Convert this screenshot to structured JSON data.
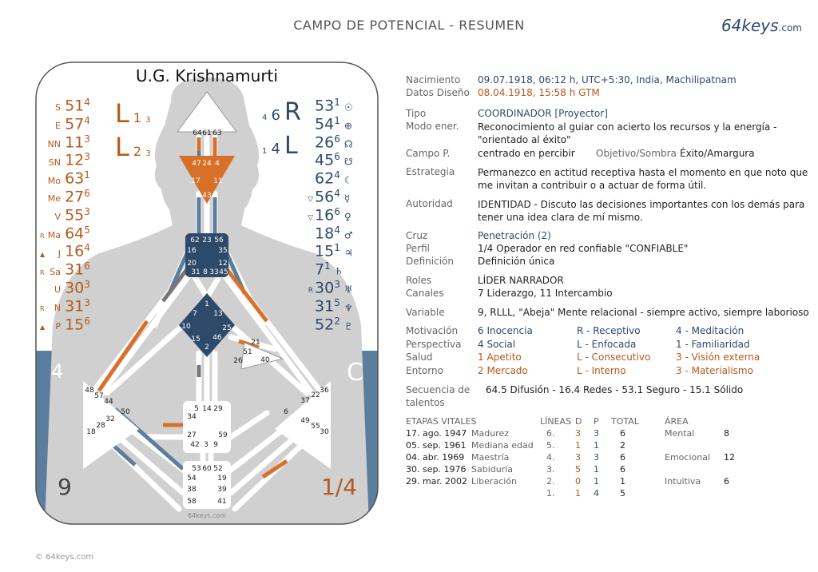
{
  "header": {
    "title": "CAMPO DE POTENCIAL - RESUMEN",
    "brand_main": "64keys",
    "brand_tld": ".com"
  },
  "footer": {
    "copyright": "© 64keys.com"
  },
  "chart": {
    "person_name": "U.G. Krishnamurti",
    "watermark": "64keys.com",
    "left_arrows": [
      {
        "letter": "L",
        "line": "1",
        "sub": "3"
      },
      {
        "letter": "L",
        "line": "2",
        "sub": "3"
      }
    ],
    "right_arrows": [
      {
        "pre": "4",
        "num": "6",
        "letter": "R"
      },
      {
        "pre": "1",
        "num": "4",
        "letter": "L"
      }
    ],
    "design_column": [
      {
        "planet": "S",
        "gate": "51",
        "line": "4",
        "mark": ""
      },
      {
        "planet": "E",
        "gate": "57",
        "line": "4",
        "mark": ""
      },
      {
        "planet": "NN",
        "gate": "11",
        "line": "3",
        "mark": ""
      },
      {
        "planet": "SN",
        "gate": "12",
        "line": "3",
        "mark": ""
      },
      {
        "planet": "Mo",
        "gate": "63",
        "line": "1",
        "mark": ""
      },
      {
        "planet": "Me",
        "gate": "27",
        "line": "6",
        "mark": ""
      },
      {
        "planet": "V",
        "gate": "55",
        "line": "3",
        "mark": ""
      },
      {
        "planet": "Ma",
        "gate": "64",
        "line": "5",
        "mark": "R"
      },
      {
        "planet": "J",
        "gate": "16",
        "line": "4",
        "mark": "▲"
      },
      {
        "planet": "Sa",
        "gate": "31",
        "line": "6",
        "mark": "R"
      },
      {
        "planet": "U",
        "gate": "30",
        "line": "3",
        "mark": ""
      },
      {
        "planet": "N",
        "gate": "31",
        "line": "3",
        "mark": "R"
      },
      {
        "planet": "P",
        "gate": "15",
        "line": "6",
        "mark": "▲"
      }
    ],
    "personality_column": [
      {
        "gate": "53",
        "line": "1",
        "symbol": "☉",
        "mark": ""
      },
      {
        "gate": "54",
        "line": "1",
        "symbol": "⊕",
        "mark": ""
      },
      {
        "gate": "26",
        "line": "6",
        "symbol": "☊",
        "mark": ""
      },
      {
        "gate": "45",
        "line": "6",
        "symbol": "☋",
        "mark": ""
      },
      {
        "gate": "62",
        "line": "4",
        "symbol": "☾",
        "mark": ""
      },
      {
        "gate": "56",
        "line": "4",
        "symbol": "☿",
        "mark": "▽"
      },
      {
        "gate": "16",
        "line": "6",
        "symbol": "♀",
        "mark": "▽"
      },
      {
        "gate": "18",
        "line": "4",
        "symbol": "♂",
        "mark": ""
      },
      {
        "gate": "15",
        "line": "1",
        "symbol": "♃",
        "mark": ""
      },
      {
        "gate": "7",
        "line": "1",
        "symbol": "♄",
        "mark": ""
      },
      {
        "gate": "30",
        "line": "3",
        "symbol": "♅",
        "mark": "R"
      },
      {
        "gate": "31",
        "line": "5",
        "symbol": "♆",
        "mark": ""
      },
      {
        "gate": "52",
        "line": "2",
        "symbol": "♇",
        "mark": ""
      }
    ],
    "corner_labels": {
      "bl_top": "4",
      "bl_bottom": "9",
      "br_top": "C",
      "br_bottom": "1/4"
    },
    "gate_numbers": {
      "head": [
        "64",
        "61",
        "63"
      ],
      "ajna": [
        "47",
        "24",
        "4",
        "17",
        "11",
        "43"
      ],
      "throat": [
        "62",
        "23",
        "56",
        "16",
        "35",
        "20",
        "12",
        "31",
        "8",
        "33",
        "45"
      ],
      "g": [
        "1",
        "7",
        "13",
        "10",
        "25",
        "15",
        "46",
        "2"
      ],
      "heart": [
        "21",
        "51",
        "26",
        "40"
      ],
      "sacral": [
        "5",
        "14",
        "29",
        "34",
        "27",
        "42",
        "3",
        "9",
        "59"
      ],
      "root": [
        "53",
        "60",
        "52",
        "54",
        "19",
        "38",
        "39",
        "58",
        "41"
      ],
      "spleen": [
        "48",
        "57",
        "44",
        "50",
        "32",
        "28",
        "18"
      ],
      "esp": [
        "36",
        "22",
        "37",
        "6",
        "49",
        "55",
        "30"
      ]
    }
  },
  "info": {
    "birth_label": "Nacimiento",
    "birth_value": "09.07.1918, 06:12 h, UTC+5:30, India, Machilipatnam",
    "design_label": "Datos Diseño",
    "design_value": "08.04.1918, 15:58 h GTM",
    "type_label": "Tipo",
    "type_value": "COORDINADOR [Proyector]",
    "energy_label": "Modo ener.",
    "energy_value": "Reconocimiento al guiar con acierto los recursos y la energía - \"orientado al éxito\"",
    "field_label": "Campo P.",
    "field_value": "centrado en percibir",
    "goal_label": "Objetivo/Sombra",
    "goal_value": "Éxito/Amargura",
    "strategy_label": "Estrategia",
    "strategy_value": "Permanezco en actitud receptiva hasta el momento en que noto que me invitan a contribuir o a actuar de forma útil.",
    "authority_label": "Autoridad",
    "authority_value": "IDENTIDAD - Discuto las decisiones importantes con los demás para tener una idea clara de mí mismo.",
    "cross_label": "Cruz",
    "cross_value": "Penetración (2)",
    "profile_label": "Perfil",
    "profile_value": "1/4 Operador en red confiable \"CONFIABLE\"",
    "definition_label": "Definición",
    "definition_value": "Definición única",
    "roles_label": "Roles",
    "roles_value": "LÍDER NARRADOR",
    "channels_label": "Canales",
    "channels_value": "7 Liderazgo, 11 Intercambio",
    "variable_label": "Variable",
    "variable_value": "9, RLLL, \"Abeja\" Mente relacional - siempre activo, siempre laborioso",
    "variables": [
      {
        "label": "Motivación",
        "a": "6 Inocencia",
        "b": "R - Receptivo",
        "c": "4 - Meditación",
        "color": "blue"
      },
      {
        "label": "Perspectiva",
        "a": "4 Social",
        "b": "L - Enfocada",
        "c": "1 - Familiaridad",
        "color": "blue"
      },
      {
        "label": "Salud",
        "a": "1 Apetito",
        "b": "L - Consecutivo",
        "c": "3 - Visión externa",
        "color": "orange"
      },
      {
        "label": "Entorno",
        "a": "2 Mercado",
        "b": "L - Interno",
        "c": "3 - Materialismo",
        "color": "orange"
      }
    ],
    "sequence_label_1": "Secuencia de",
    "sequence_label_2": "talentos",
    "sequence_value": "64.5 Difusión - 16.4 Redes - 53.1 Seguro - 15.1 Sólido",
    "stages": {
      "headers": {
        "stages": "ETAPAS VITALES",
        "lines": "LÍNEAS",
        "d": "D",
        "p": "P",
        "total": "TOTAL",
        "area": "ÁREA"
      },
      "rows": [
        {
          "date": "17. ago. 1947",
          "name": "Madurez",
          "line": "6.",
          "d": "3",
          "p": "3",
          "total": "6",
          "area": "Mental",
          "area_val": "8"
        },
        {
          "date": "05. sep. 1961",
          "name": "Mediana edad",
          "line": "5.",
          "d": "1",
          "p": "1",
          "total": "2",
          "area": "",
          "area_val": ""
        },
        {
          "date": "04. abr. 1969",
          "name": "Maestría",
          "line": "4.",
          "d": "3",
          "p": "3",
          "total": "6",
          "area": "Emocional",
          "area_val": "12"
        },
        {
          "date": "30. sep. 1976",
          "name": "Sabiduría",
          "line": "3.",
          "d": "5",
          "p": "1",
          "total": "6",
          "area": "",
          "area_val": ""
        },
        {
          "date": "29. mar. 2002",
          "name": "Liberación",
          "line": "2.",
          "d": "0",
          "p": "1",
          "total": "1",
          "area": "Intuitiva",
          "area_val": "6"
        },
        {
          "date": "",
          "name": "",
          "line": "1.",
          "d": "1",
          "p": "4",
          "total": "5",
          "area": "",
          "area_val": ""
        }
      ]
    }
  }
}
